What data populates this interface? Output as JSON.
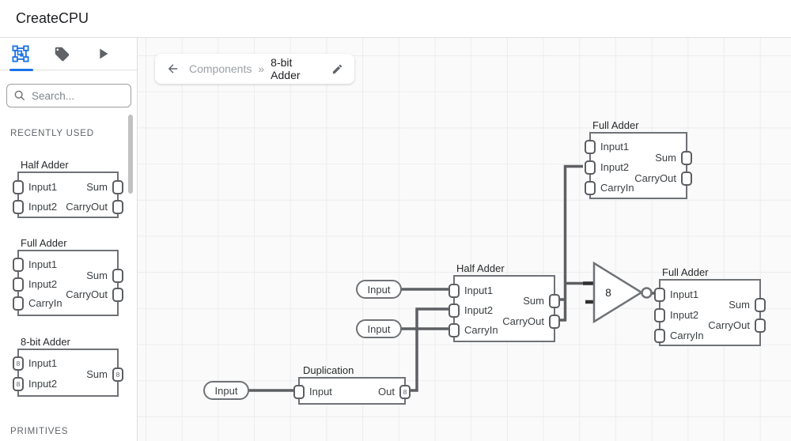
{
  "header": {
    "title": "CreateCPU"
  },
  "sidebar": {
    "tabs": [
      {
        "name": "components",
        "active": true
      },
      {
        "name": "tags",
        "active": false
      },
      {
        "name": "simulate",
        "active": false
      }
    ],
    "search": {
      "placeholder": "Search..."
    },
    "sections": {
      "recent": "RECENTLY USED",
      "primitives": "PRIMITIVES"
    },
    "components": [
      {
        "title": "Half Adder",
        "left_ports": [
          {
            "label": "Input1"
          },
          {
            "label": "Input2"
          }
        ],
        "right_ports": [
          {
            "label": "Sum"
          },
          {
            "label": "CarryOut"
          }
        ]
      },
      {
        "title": "Full Adder",
        "left_ports": [
          {
            "label": "Input1"
          },
          {
            "label": "Input2"
          },
          {
            "label": "CarryIn"
          }
        ],
        "right_ports": [
          {
            "label": "Sum"
          },
          {
            "label": "CarryOut"
          }
        ]
      },
      {
        "title": "8-bit Adder",
        "left_ports": [
          {
            "label": "Input1",
            "badge": "8"
          },
          {
            "label": "Input2",
            "badge": "8"
          }
        ],
        "right_ports": [
          {
            "label": "Sum",
            "badge": "8"
          }
        ]
      }
    ]
  },
  "breadcrumb": {
    "parent": "Components",
    "separator": "»",
    "current": "8-bit Adder"
  },
  "canvas": {
    "pills": [
      {
        "label": "Input"
      },
      {
        "label": "Input"
      },
      {
        "label": "Input"
      }
    ],
    "components": [
      {
        "title": "Full Adder",
        "left_ports": [
          {
            "label": "Input1"
          },
          {
            "label": "Input2"
          },
          {
            "label": "CarryIn"
          }
        ],
        "right_ports": [
          {
            "label": "Sum"
          },
          {
            "label": "CarryOut"
          }
        ]
      },
      {
        "title": "Half Adder",
        "left_ports": [
          {
            "label": "Input1"
          },
          {
            "label": "Input2"
          },
          {
            "label": "CarryIn"
          }
        ],
        "right_ports": [
          {
            "label": "Sum"
          },
          {
            "label": "CarryOut"
          }
        ]
      },
      {
        "title": "Full Adder",
        "left_ports": [
          {
            "label": "Input1"
          },
          {
            "label": "Input2"
          },
          {
            "label": "CarryIn"
          }
        ],
        "right_ports": [
          {
            "label": "Sum"
          },
          {
            "label": "CarryOut"
          }
        ]
      },
      {
        "title": "Duplication",
        "left_ports": [
          {
            "label": "Input"
          }
        ],
        "right_ports": [
          {
            "label": "Out",
            "badge": "8"
          }
        ]
      }
    ],
    "gate": {
      "label": "8"
    }
  },
  "icons": {
    "tab1": "component-select-icon",
    "tab2": "tag-icon",
    "tab3": "play-icon",
    "search": "search-icon",
    "back": "back-arrow-icon",
    "edit": "pencil-icon",
    "gate": "buffer-gate-with-bubble"
  },
  "colors": {
    "accent": "#1a73e8",
    "wire": "#5d5f62",
    "component_border": "#6f7276",
    "canvas_bg": "#fafafa",
    "grid_line": "#ededed"
  }
}
